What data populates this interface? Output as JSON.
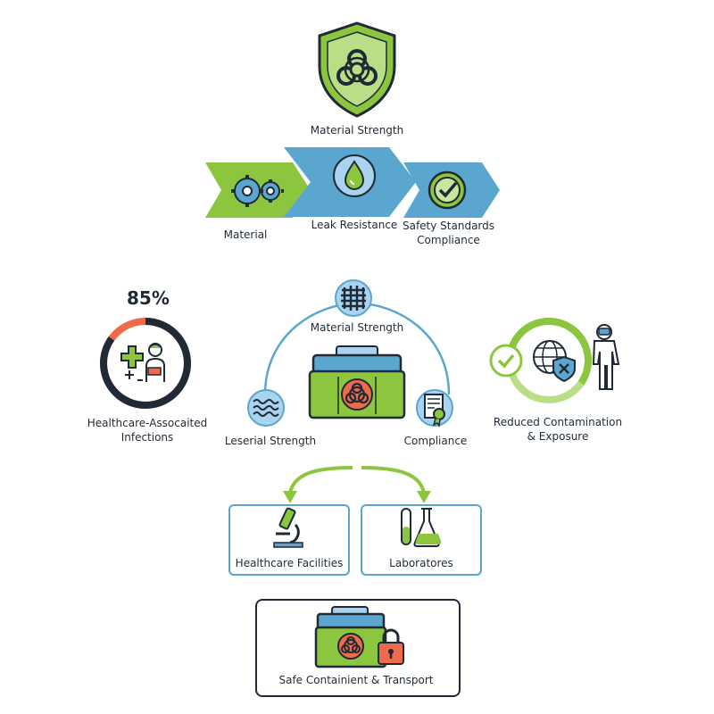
{
  "colors": {
    "green": "#8cc63f",
    "green_light": "#c9e6a0",
    "blue": "#5aa6cf",
    "blue_light": "#a9d3ee",
    "navy": "#1f2a36",
    "orange": "#ee6a4a"
  },
  "top": {
    "shield_icon": "biohazard-shield-icon",
    "shield_label": "Material Strength",
    "steps": [
      {
        "label": "Material",
        "icon": "gears-icon"
      },
      {
        "label": "Leak Resistance",
        "icon": "droplet-icon"
      },
      {
        "label": "Safety Standards\nCompliance",
        "icon": "check-icon"
      }
    ]
  },
  "stat": {
    "value": "85%",
    "fraction": 0.85,
    "label": "Healthcare-Assocaited\nInfections",
    "icon": "patient-medical-icon"
  },
  "center": {
    "top_label": "Material Strength",
    "left_label": "Leserial Strength",
    "right_label": "Compliance",
    "top_icon": "grid-mesh-icon",
    "left_icon": "waves-icon",
    "right_icon": "certificate-icon",
    "case_icon": "biohazard-case-icon"
  },
  "right": {
    "label": "Reduced Contamination\n& Exposure",
    "icons": [
      "check-icon",
      "globe-shield-icon",
      "hazmat-person-icon"
    ]
  },
  "destinations": [
    {
      "label": "Healthcare Facilities",
      "icon": "microscope-icon"
    },
    {
      "label": "Laboratores",
      "icon": "flasks-icon"
    }
  ],
  "bottom": {
    "label": "Safe Containient & Transport",
    "icon": "locked-biohazard-case-icon"
  }
}
